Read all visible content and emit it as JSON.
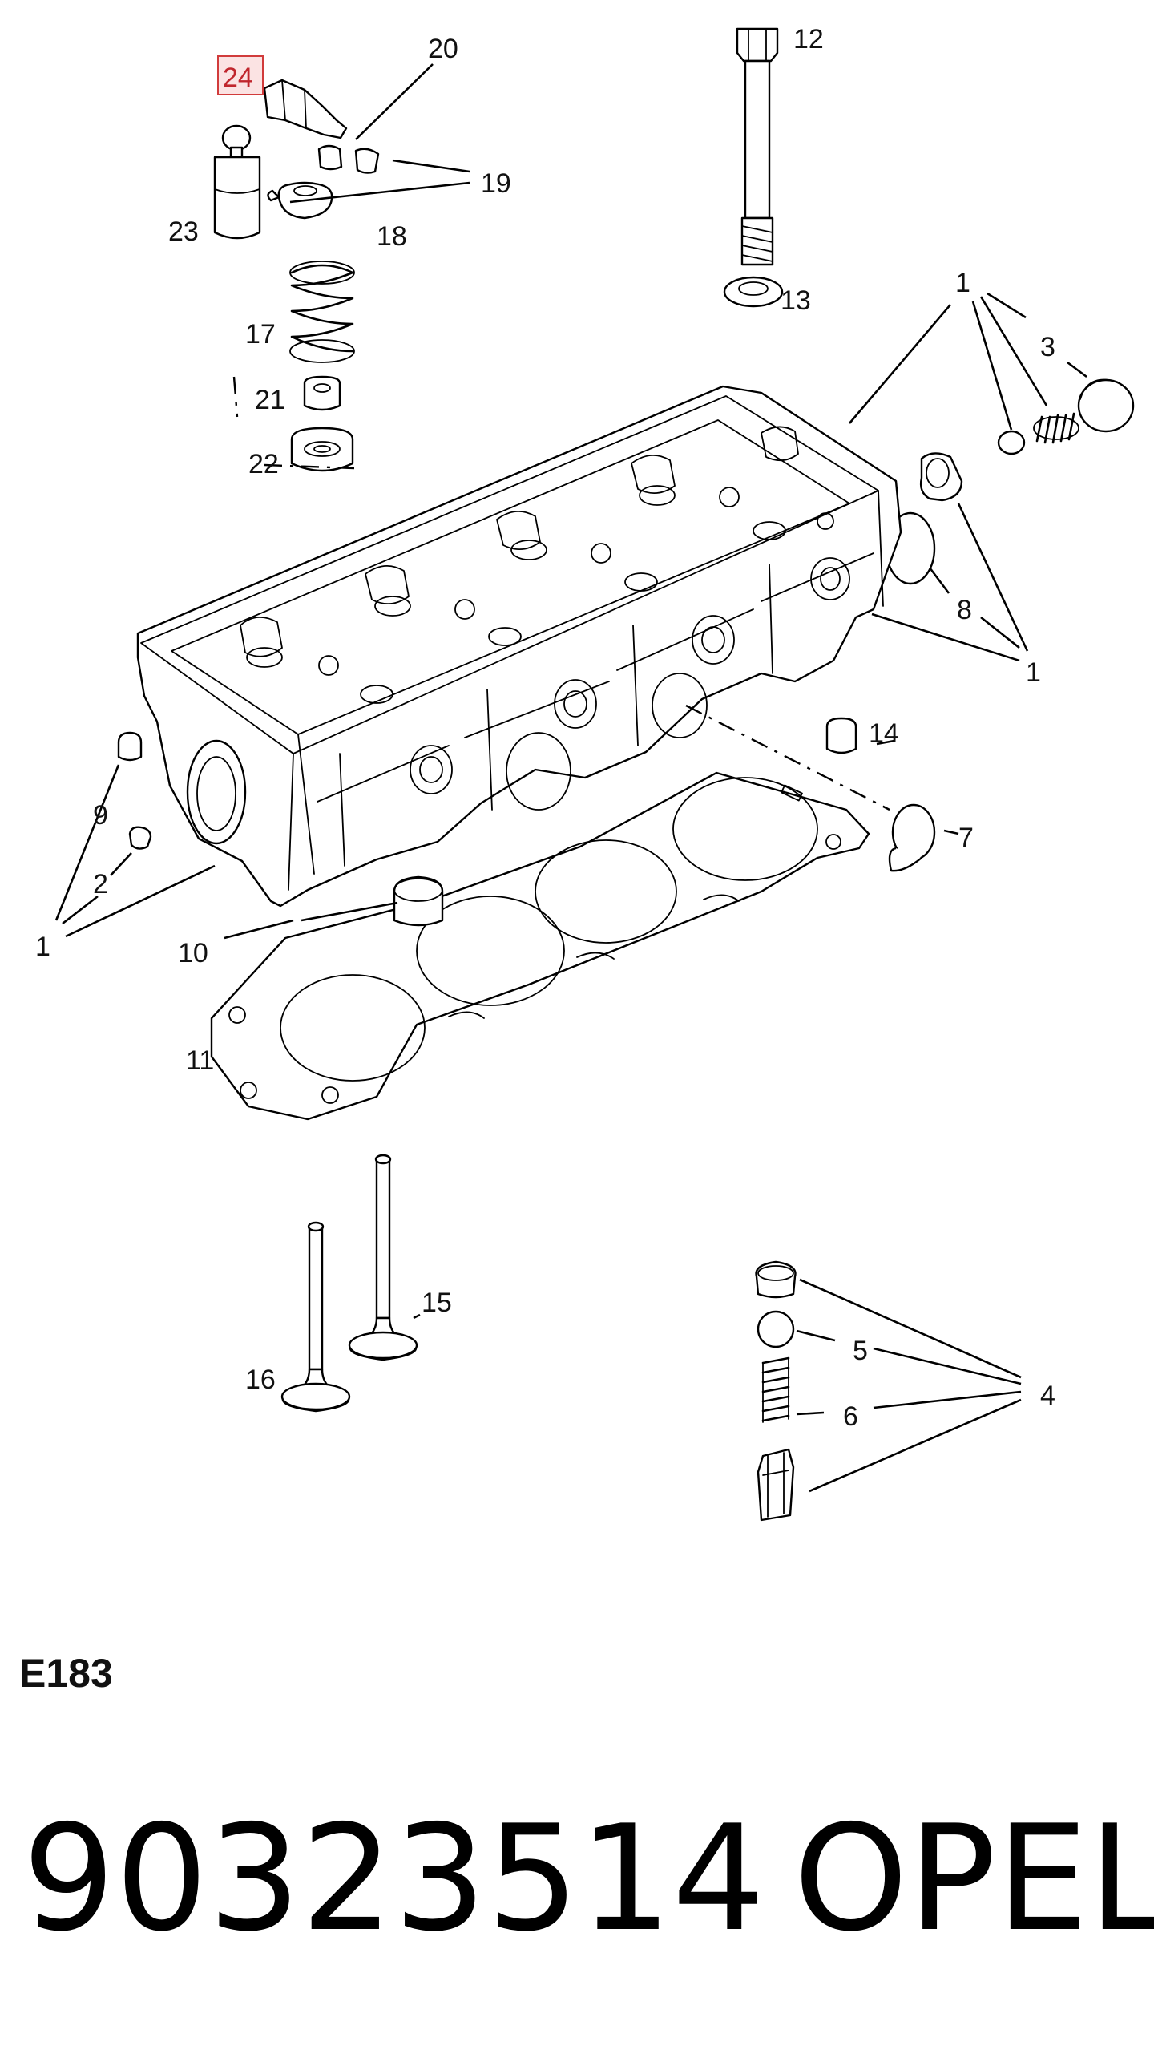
{
  "diagram": {
    "code": "E183",
    "part_number": "90323514",
    "brand": "OPEL",
    "highlighted_callout": "24",
    "highlight_color": "#d13b3b",
    "callouts": {
      "c1a": "1",
      "c1b": "1",
      "c1c": "1",
      "c2": "2",
      "c3": "3",
      "c4": "4",
      "c5": "5",
      "c6": "6",
      "c7": "7",
      "c8": "8",
      "c9": "9",
      "c10": "10",
      "c11": "11",
      "c12": "12",
      "c13": "13",
      "c14": "14",
      "c15": "15",
      "c16": "16",
      "c17": "17",
      "c18": "18",
      "c19": "19",
      "c20": "20",
      "c21": "21",
      "c22": "22",
      "c23": "23",
      "c24": "24"
    }
  }
}
